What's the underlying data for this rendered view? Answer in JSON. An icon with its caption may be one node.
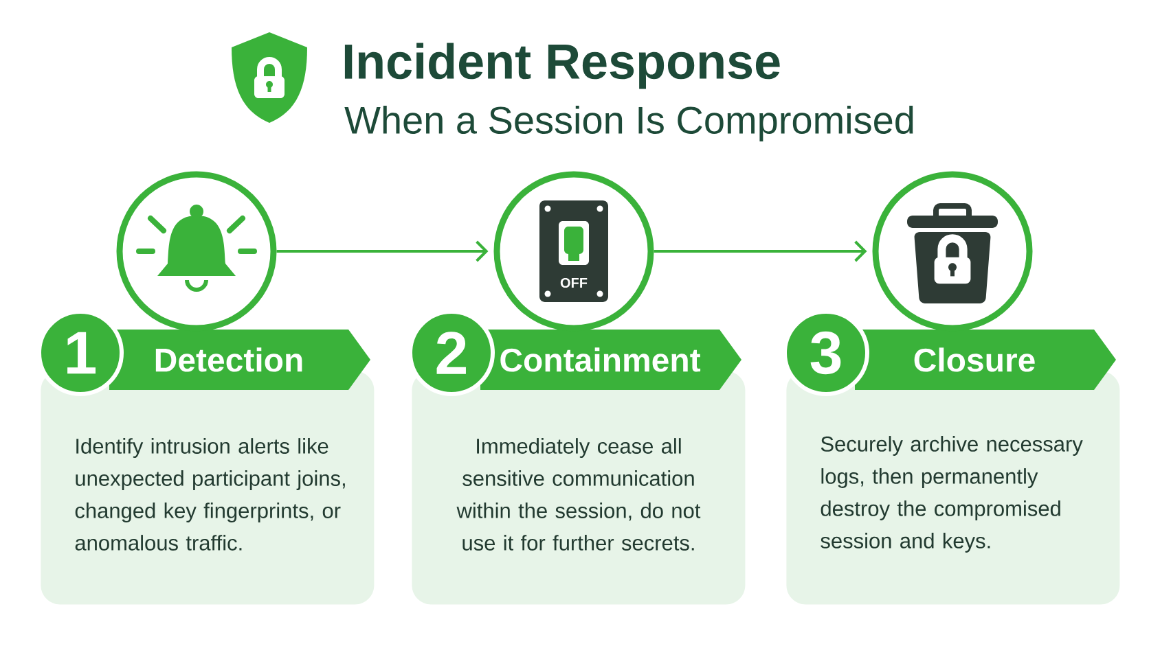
{
  "diagram": {
    "title": "Incident Response",
    "nodes": [
      {
        "text": [],
        "shape": "circle"
      },
      {
        "text": [],
        "shape": "circle"
      },
      {
        "text": [],
        "shape": "circle"
      },
      {
        "text": [
          "1"
        ]
      },
      {
        "text": [
          "Detection",
          "Identify intrusion alerts like unexpected participant joins, changed key fingerprints, or anomalous traffic."
        ]
      },
      {
        "text": [
          "2"
        ]
      },
      {
        "text": [
          "Containment",
          "Immediately cease all sensitive communication within the session, do not use it for further secrets."
        ]
      },
      {
        "text": [
          "3"
        ]
      },
      {
        "text": [
          "Closure",
          "Securely archive necessary logs, then permanently destroy the compromised session and keys."
        ]
      }
    ],
    "edges": [
      {
        "from": 0,
        "to": 1,
        "arrow": "to"
      },
      {
        "from": 1,
        "to": 2,
        "arrow": "to"
      }
    ],
    "labels": [
      "When a Session Is Compromised",
      "OFF"
    ]
  }
}
